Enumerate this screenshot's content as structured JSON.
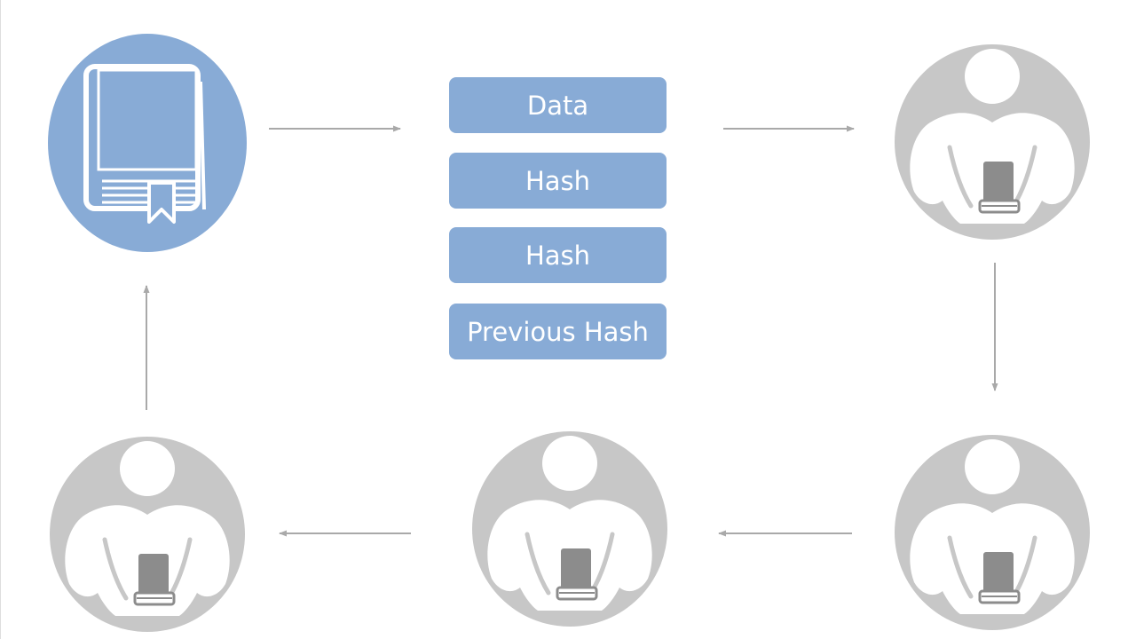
{
  "block": {
    "fields": [
      "Data",
      "Hash",
      "Hash",
      "Previous Hash"
    ]
  },
  "colors": {
    "ledger_blue": "#88abd6",
    "node_gray": "#c7c7c7",
    "arrow_gray": "#a9a9a9",
    "figure_white": "#ffffff"
  },
  "icons": {
    "ledger": "ledger-book-icon",
    "node": "user-holding-book-icon"
  }
}
